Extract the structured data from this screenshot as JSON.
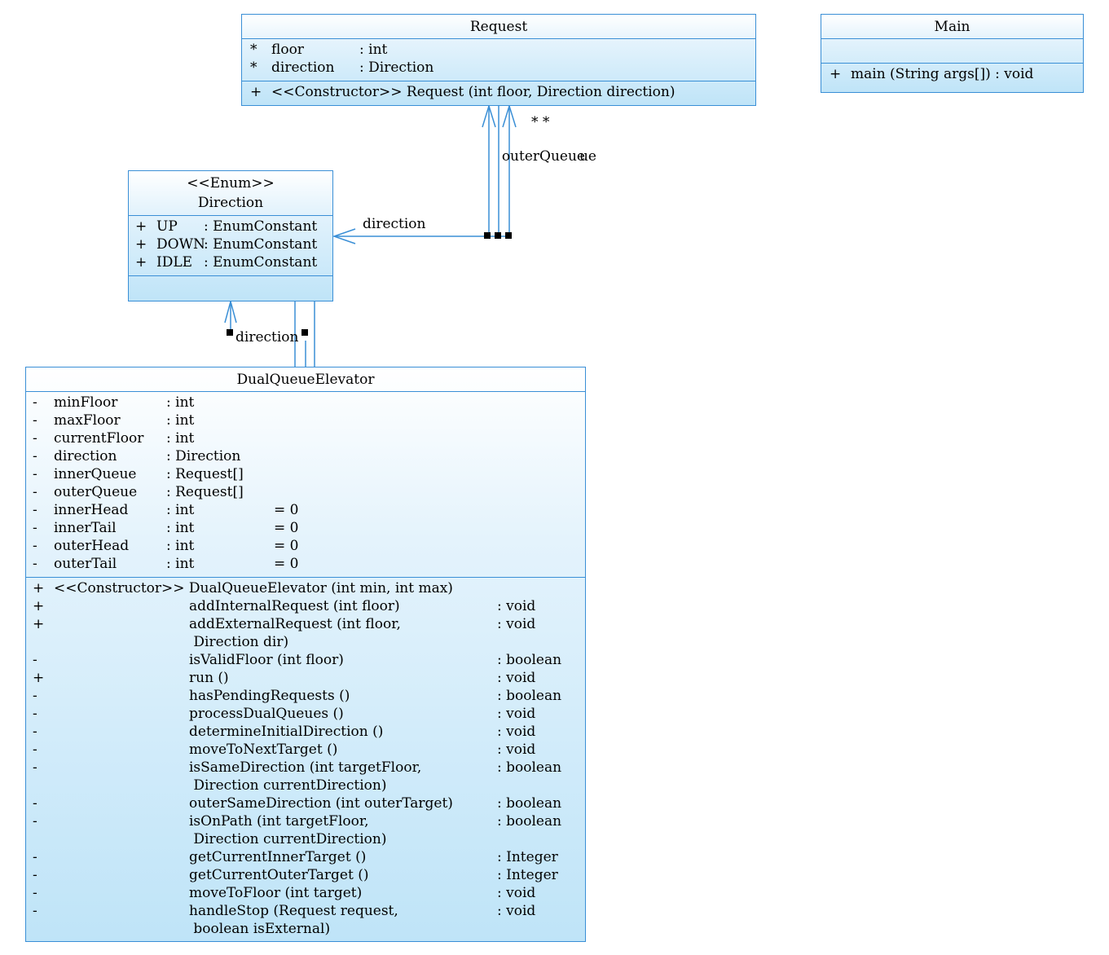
{
  "request": {
    "name": "Request",
    "attrs": [
      {
        "vis": "*",
        "name": "floor",
        "type": ": int"
      },
      {
        "vis": "*",
        "name": "direction",
        "type": ": Direction"
      }
    ],
    "ops": [
      {
        "vis": "+",
        "text": "<<Constructor>> Request (int floor, Direction direction)"
      }
    ]
  },
  "main_class": {
    "name": "Main",
    "ops": [
      {
        "vis": "+",
        "text": "main (String args[]) : void"
      }
    ]
  },
  "direction_enum": {
    "stereotype": "<<Enum>>",
    "name": "Direction",
    "attrs": [
      {
        "vis": "+",
        "name": "UP",
        "type": ": EnumConstant"
      },
      {
        "vis": "+",
        "name": "DOWN",
        "type": ": EnumConstant"
      },
      {
        "vis": "+",
        "name": "IDLE",
        "type": ": EnumConstant"
      }
    ]
  },
  "elevator": {
    "name": "DualQueueElevator",
    "attrs": [
      {
        "vis": "-",
        "name": "minFloor",
        "type": ": int",
        "init": ""
      },
      {
        "vis": "-",
        "name": "maxFloor",
        "type": ": int",
        "init": ""
      },
      {
        "vis": "-",
        "name": "currentFloor",
        "type": ": int",
        "init": ""
      },
      {
        "vis": "-",
        "name": "direction",
        "type": ": Direction",
        "init": ""
      },
      {
        "vis": "-",
        "name": "innerQueue",
        "type": ": Request[]",
        "init": ""
      },
      {
        "vis": "-",
        "name": "outerQueue",
        "type": ": Request[]",
        "init": ""
      },
      {
        "vis": "-",
        "name": "innerHead",
        "type": ": int",
        "init": "= 0"
      },
      {
        "vis": "-",
        "name": "innerTail",
        "type": ": int",
        "init": "= 0"
      },
      {
        "vis": "-",
        "name": "outerHead",
        "type": ": int",
        "init": "= 0"
      },
      {
        "vis": "-",
        "name": "outerTail",
        "type": ": int",
        "init": "= 0"
      }
    ],
    "constructor": {
      "vis": "+",
      "text": "<<Constructor>> DualQueueElevator (int min, int max)"
    },
    "ops": [
      {
        "vis": "+",
        "name": "addInternalRequest (int floor)",
        "ret": ": void"
      },
      {
        "vis": "+",
        "name": "addExternalRequest (int floor,",
        "ret": ": void"
      },
      {
        "vis": "",
        "name": " Direction dir)",
        "ret": ""
      },
      {
        "vis": "-",
        "name": "isValidFloor (int floor)",
        "ret": ": boolean"
      },
      {
        "vis": "+",
        "name": "run ()",
        "ret": ": void"
      },
      {
        "vis": "-",
        "name": "hasPendingRequests ()",
        "ret": ": boolean"
      },
      {
        "vis": "-",
        "name": "processDualQueues ()",
        "ret": ": void"
      },
      {
        "vis": "-",
        "name": "determineInitialDirection ()",
        "ret": ": void"
      },
      {
        "vis": "-",
        "name": "moveToNextTarget ()",
        "ret": ": void"
      },
      {
        "vis": "-",
        "name": "isSameDirection (int targetFloor,",
        "ret": ": boolean"
      },
      {
        "vis": "",
        "name": " Direction currentDirection)",
        "ret": ""
      },
      {
        "vis": "-",
        "name": "outerSameDirection (int outerTarget)",
        "ret": ": boolean"
      },
      {
        "vis": "-",
        "name": "isOnPath (int targetFloor,",
        "ret": ": boolean"
      },
      {
        "vis": "",
        "name": " Direction currentDirection)",
        "ret": ""
      },
      {
        "vis": "-",
        "name": "getCurrentInnerTarget ()",
        "ret": ": Integer"
      },
      {
        "vis": "-",
        "name": "getCurrentOuterTarget ()",
        "ret": ": Integer"
      },
      {
        "vis": "-",
        "name": "moveToFloor (int target)",
        "ret": ": void"
      },
      {
        "vis": "-",
        "name": "handleStop (Request request,",
        "ret": ": void"
      },
      {
        "vis": "",
        "name": " boolean isExternal)",
        "ret": ""
      }
    ]
  },
  "labels": {
    "stars": "* *",
    "outer_queue": "outerQueue",
    "outer_queue_overlap": "ue",
    "direction_right": "direction",
    "direction_bottom": "direction"
  },
  "colors": {
    "border": "#3a8fd6",
    "fill_top": "#e4f3fc",
    "fill_bottom": "#bfe4f8",
    "handle": "#000000",
    "handle_inner": "#8b1a1a"
  }
}
